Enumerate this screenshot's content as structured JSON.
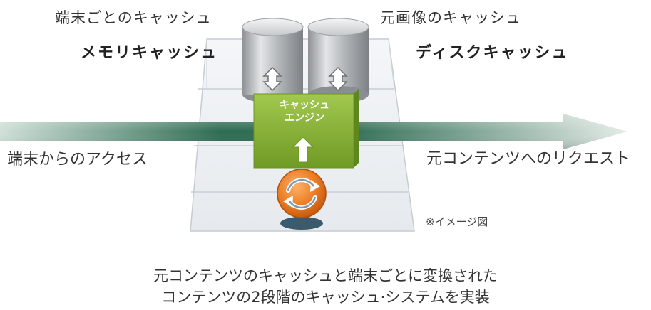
{
  "cache_memory": {
    "sublabel": "端末ごとのキャッシュ",
    "label": "メモリキャッシュ"
  },
  "cache_disk": {
    "sublabel": "元画像のキャッシュ",
    "label": "ディスクキャッシュ"
  },
  "engine": {
    "line1": "キャッシュ",
    "line2": "エンジン"
  },
  "flow": {
    "input": "端末からのアクセス",
    "output": "元コンテンツへのリクエスト"
  },
  "note": "※イメージ図",
  "caption": {
    "line1": "元コンテンツのキャッシュと端末ごとに変換された",
    "line2": "コンテンツの2段階のキャッシュ·システムを実装"
  },
  "colors": {
    "arrow_dark": "#2e6b52",
    "arrow_light": "#d5e4de",
    "engine_green": "#8db83a",
    "cylinder_gray": "#a9adb0",
    "sync_orange": "#e8731e"
  },
  "icons": [
    "database-cylinder-icon",
    "up-down-arrow-icon",
    "up-arrow-icon",
    "sync-icon"
  ]
}
